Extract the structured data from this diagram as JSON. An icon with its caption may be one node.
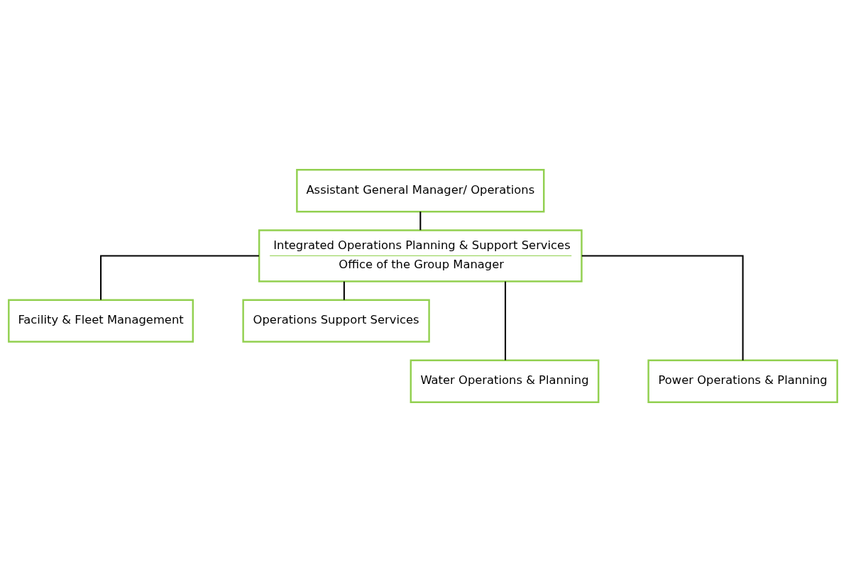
{
  "diagram": {
    "nodes": [
      {
        "text": [
          "Assistant General Manager/ Operations"
        ]
      },
      {
        "text": [
          "Integrated Operations Planning & Support Services",
          "Office of the Group Manager"
        ]
      },
      {
        "text": [
          "Facility & Fleet Management"
        ]
      },
      {
        "text": [
          "Operations Support Services"
        ]
      },
      {
        "text": [
          "Water Operations & Planning"
        ]
      },
      {
        "text": [
          "Power Operations & Planning"
        ]
      }
    ],
    "edges": [
      {
        "from": 0,
        "to": 1,
        "arrow": "none"
      },
      {
        "from": 1,
        "to": 2,
        "arrow": "none"
      },
      {
        "from": 1,
        "to": 3,
        "arrow": "none"
      },
      {
        "from": 1,
        "to": 4,
        "arrow": "none"
      },
      {
        "from": 1,
        "to": 5,
        "arrow": "none"
      }
    ]
  }
}
